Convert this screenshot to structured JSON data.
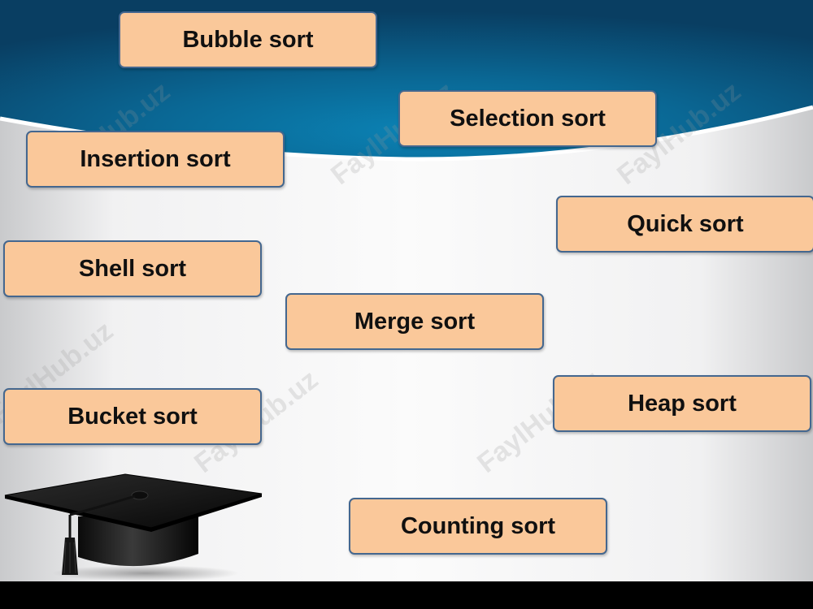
{
  "slide": {
    "labels": [
      "Bubble sort",
      "Selection sort",
      "Insertion sort",
      "Quick sort",
      "Shell sort",
      "Merge sort",
      "Heap sort",
      "Bucket sort",
      "Counting sort"
    ],
    "watermark": "FaylHub.uz",
    "graphic": "graduation-cap-icon"
  },
  "colors": {
    "header_blue": "#075a88",
    "label_fill": "#fac89a",
    "label_border": "#44678f",
    "background": "#f5f5f5"
  }
}
